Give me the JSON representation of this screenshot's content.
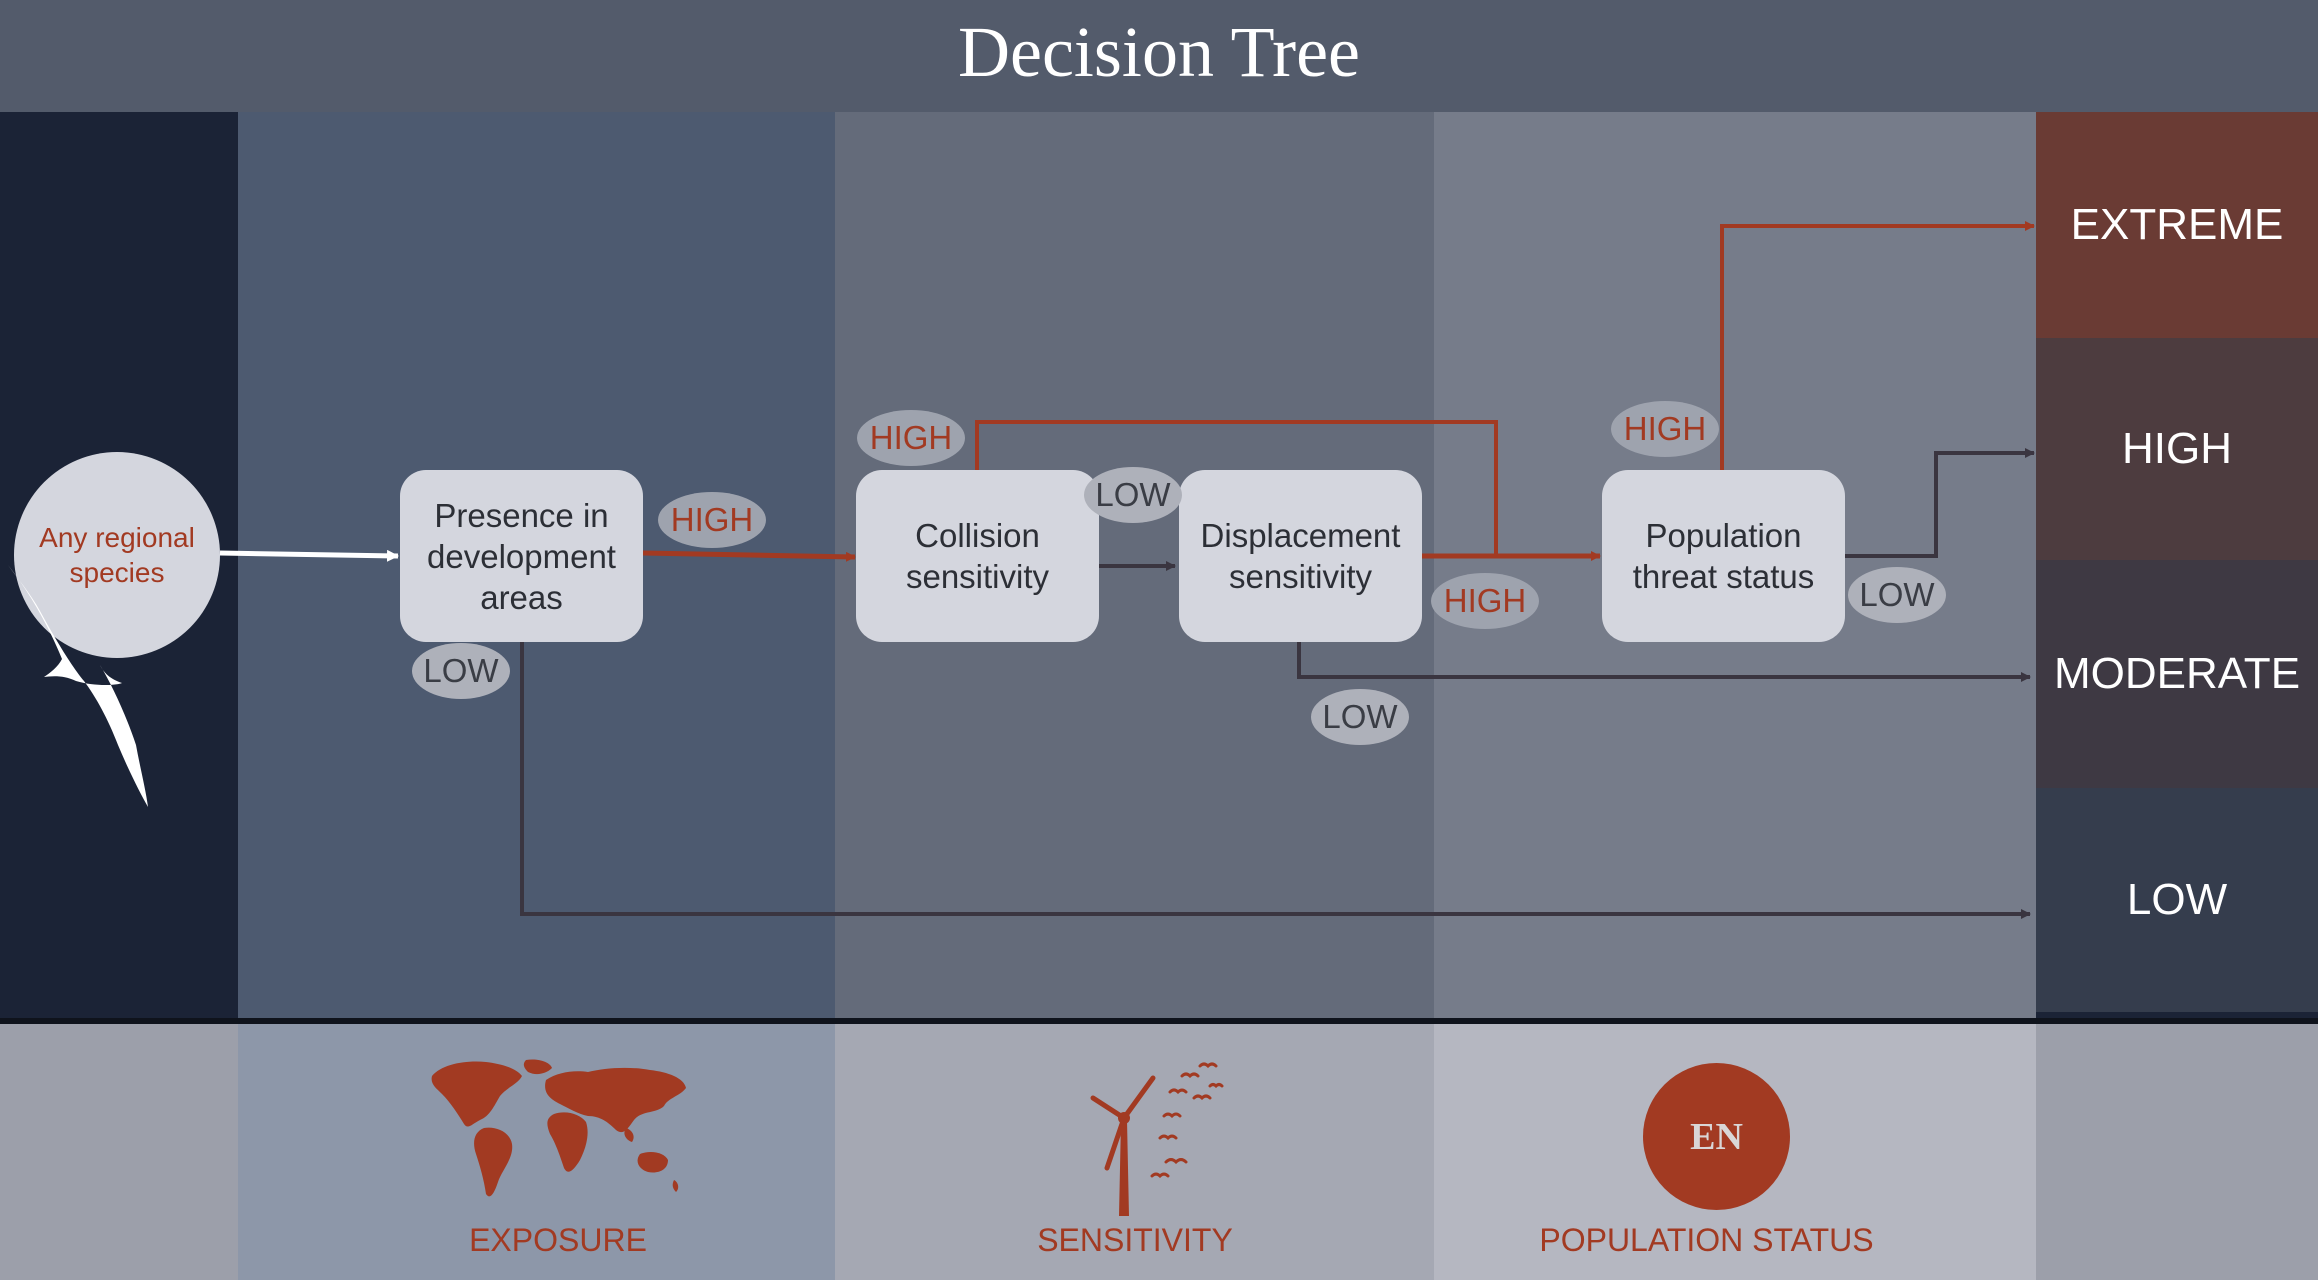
{
  "title": "Decision Tree",
  "start": "Any regional species",
  "nodes": {
    "presence": "Presence in development areas",
    "collision": "Collision sensitivity",
    "displacement": "Displacement sensitivity",
    "population": "Population threat status"
  },
  "edge_labels": {
    "presence_high": "HIGH",
    "presence_low": "LOW",
    "collision_high": "HIGH",
    "collision_low": "LOW",
    "displacement_high": "HIGH",
    "displacement_low": "LOW",
    "population_high": "HIGH",
    "population_low": "LOW"
  },
  "outcomes": {
    "extreme": "EXTREME",
    "high": "HIGH",
    "moderate": "MODERATE",
    "low": "LOW"
  },
  "categories": {
    "exposure": "EXPOSURE",
    "sensitivity": "SENSITIVITY",
    "population_status": "POPULATION STATUS"
  },
  "badge": "EN",
  "colors": {
    "accent_red": "#a23a22",
    "dark_arrow": "#3a3540",
    "extreme": "#6a3b34",
    "high": "#4d3c3f",
    "moderate": "#3e3943",
    "low": "#353d4d"
  },
  "icons": [
    "albatross-icon",
    "world-map-icon",
    "wind-turbine-icon",
    "birds-icon"
  ]
}
